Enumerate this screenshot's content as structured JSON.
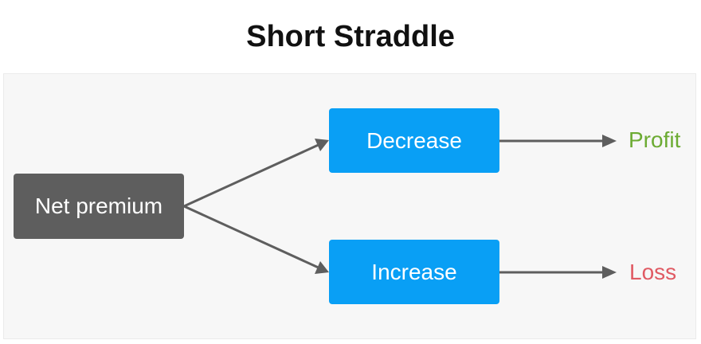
{
  "title": "Short Straddle",
  "nodes": {
    "source": "Net premium",
    "decrease": "Decrease",
    "increase": "Increase"
  },
  "outcomes": {
    "profit": "Profit",
    "loss": "Loss"
  },
  "colors": {
    "source_box": "#5e5e5e",
    "branch_box": "#099ff5",
    "arrow": "#5e5e5e",
    "profit": "#6cab33",
    "loss": "#e05a63",
    "panel": "#f7f7f7"
  }
}
